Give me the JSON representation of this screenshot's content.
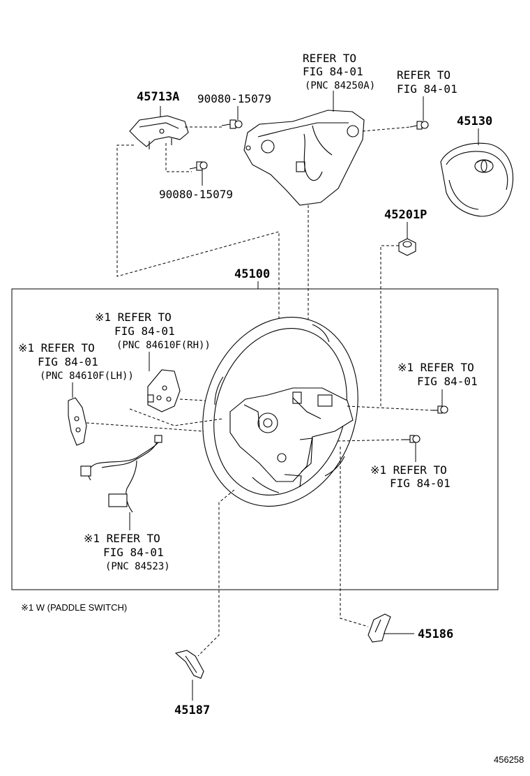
{
  "labels": {
    "p45713a": "45713A",
    "p90080_top": "90080-15079",
    "p90080_bottom": "90080-15079",
    "ref_top_1": "REFER TO",
    "ref_top_2": "FIG 84-01",
    "ref_top_3": "(PNC 84250A)",
    "ref_tr_1": "REFER TO",
    "ref_tr_2": "FIG 84-01",
    "p45130": "45130",
    "p45201p": "45201P",
    "p45100": "45100",
    "ref_rh_1": "※1 REFER TO",
    "ref_rh_2": "FIG 84-01",
    "ref_rh_3": "(PNC 84610F(RH))",
    "ref_lh_1": "※1 REFER TO",
    "ref_lh_2": "FIG 84-01",
    "ref_lh_3": "(PNC 84610F(LH))",
    "ref_r1_1": "※1 REFER TO",
    "ref_r1_2": "FIG 84-01",
    "ref_r2_1": "※1 REFER TO",
    "ref_r2_2": "FIG 84-01",
    "ref_harness_1": "※1 REFER TO",
    "ref_harness_2": "FIG 84-01",
    "ref_harness_3": "(PNC 84523)",
    "note": "※1 W (PADDLE SWITCH)",
    "p45186": "45186",
    "p45187": "45187",
    "figure_id": "456258"
  }
}
